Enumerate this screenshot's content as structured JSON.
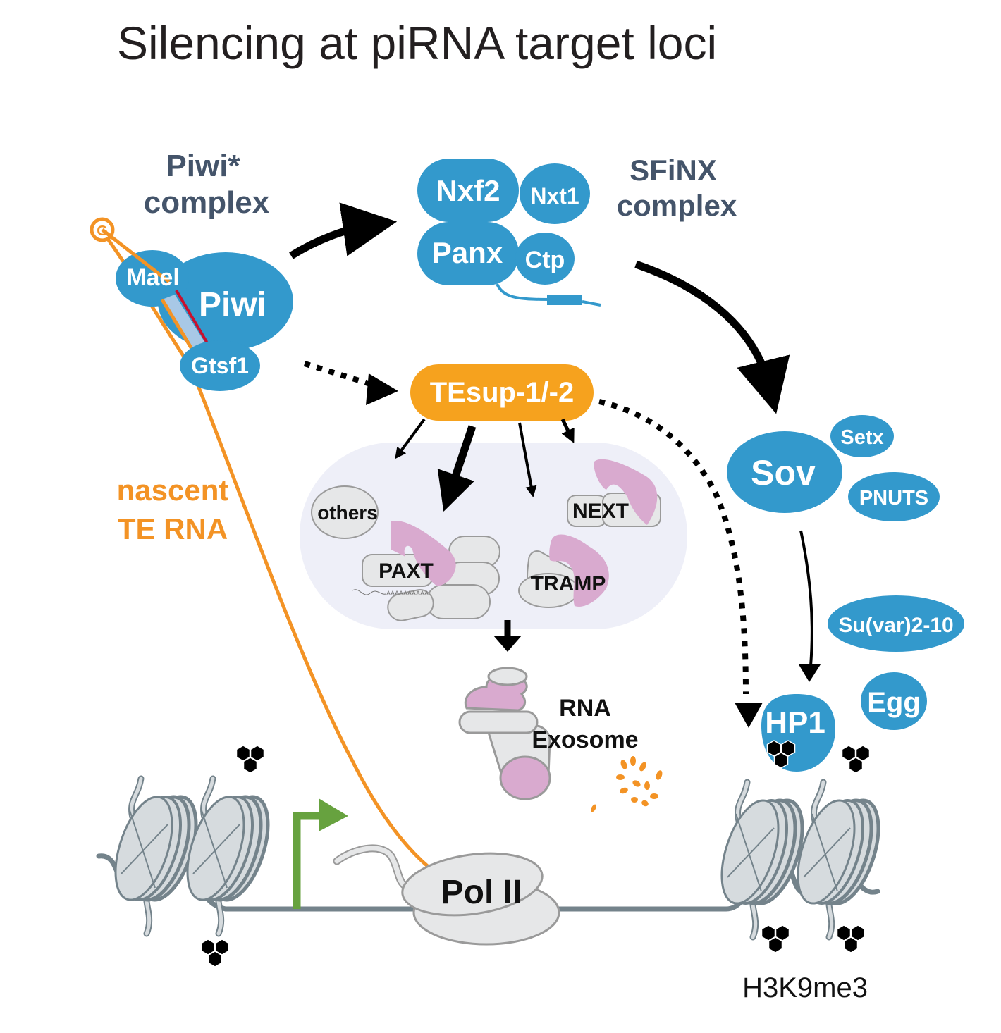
{
  "title": "Silencing at piRNA target loci",
  "colors": {
    "protein_blue": "#3399cc",
    "header_slate": "#44546a",
    "tesup_orange": "#f6a21e",
    "rna_orange": "#f39325",
    "exosome_pink": "#d9aacf",
    "complex_lavender": "#eeeff8",
    "nucleosome_gray": "#74838b",
    "tss_green": "#67a23f"
  },
  "piwi_complex": {
    "header_line1": "Piwi*",
    "header_line2": "complex",
    "piwi": "Piwi",
    "mael": "Mael",
    "gtsf1": "Gtsf1",
    "cap": "G"
  },
  "sfinx_complex": {
    "header_line1": "SFiNX",
    "header_line2": "complex",
    "nxf2": "Nxf2",
    "nxt1": "Nxt1",
    "panx": "Panx",
    "ctp": "Ctp"
  },
  "tesup": {
    "label": "TEsup-1/-2"
  },
  "adaptors": {
    "others": "others",
    "paxt": "PAXT",
    "next": "NEXT",
    "tramp": "TRAMP",
    "polya_tail": "AAAAAAAAAA"
  },
  "exosome": {
    "line1": "RNA",
    "line2": "Exosome"
  },
  "nascent_rna": {
    "line1": "nascent",
    "line2": "TE RNA"
  },
  "polymerase": {
    "label": "Pol II"
  },
  "sov_module": {
    "sov": "Sov",
    "setx": "Setx",
    "pnuts": "PNUTS"
  },
  "heterochromatin": {
    "suvar": "Su(var)2-10",
    "egg": "Egg",
    "hp1": "HP1",
    "mark_label": "H3K9me3"
  },
  "arrows": [
    {
      "from": "Piwi* complex",
      "to": "SFiNX complex",
      "style": "solid"
    },
    {
      "from": "Piwi* complex",
      "to": "TEsup-1/-2",
      "style": "dotted"
    },
    {
      "from": "SFiNX complex",
      "to": "Sov",
      "style": "solid"
    },
    {
      "from": "Sov",
      "to": "HP1",
      "style": "solid"
    },
    {
      "from": "TEsup-1/-2",
      "to": "HP1",
      "style": "dotted"
    },
    {
      "from": "TEsup-1/-2",
      "to": "others",
      "style": "solid"
    },
    {
      "from": "TEsup-1/-2",
      "to": "PAXT",
      "style": "solid-thick"
    },
    {
      "from": "TEsup-1/-2",
      "to": "TRAMP",
      "style": "solid"
    },
    {
      "from": "TEsup-1/-2",
      "to": "NEXT",
      "style": "solid"
    },
    {
      "from": "adaptor complexes",
      "to": "RNA Exosome",
      "style": "solid"
    }
  ]
}
